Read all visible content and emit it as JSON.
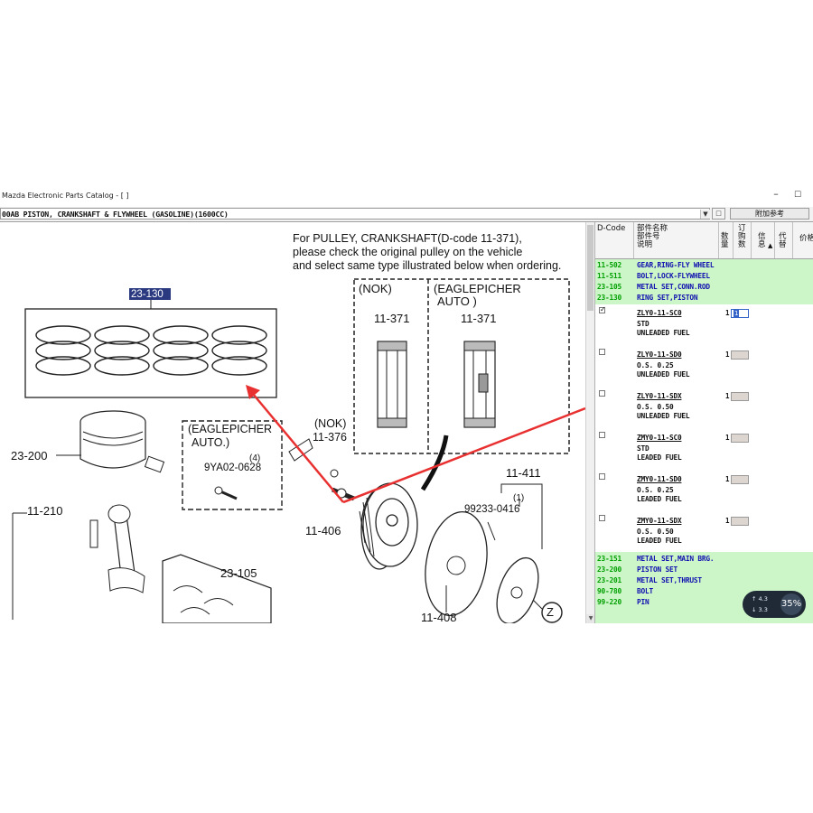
{
  "window": {
    "title": "Mazda Electronic Parts Catalog - [ ]"
  },
  "toolbar": {
    "group_select_value": "00AB  PISTON, CRANKSHAFT & FLYWHEEL (GASOLINE)(1600CC)",
    "ref_button": "附加参考"
  },
  "diagram": {
    "note_line1": "For PULLEY, CRANKSHAFT(D-code 11-371),",
    "note_line2": "please check the original pulley on the vehicle",
    "note_line3": "and select same type illustrated below when ordering.",
    "nok_label": "(NOK)",
    "eaglepicher_label_1": "(EAGLEPICHER",
    "eaglepicher_label_2": "AUTO )",
    "pulley_code_a": "11-371",
    "pulley_code_b": "11-371",
    "ring_set_code": "23-130",
    "piston_code": "23-200",
    "conrod_code": "11-210",
    "bearing_code": "23-105",
    "ea_auto_1": "(EAGLEPICHER",
    "ea_auto_2": "AUTO.)",
    "bolt_qty": "(4)",
    "bolt_part": "9YA02-0628",
    "nok_376": "(NOK)",
    "code_376": "11-376",
    "code_406": "11-406",
    "code_408": "11-408",
    "code_411": "11-411",
    "pin_qty": "(1)",
    "pin_part": "99233-0416",
    "z_label": "Z"
  },
  "panel": {
    "headers": {
      "dcode": "D-Code",
      "name": "部件名称\n部件号\n说明",
      "qty1": "数\n量",
      "order": "订\n购\n数",
      "info": "信\n息",
      "subst": "代\n替",
      "price": "价格"
    },
    "top_rows": [
      {
        "code": "11-502",
        "desc": "GEAR,RING-FLY WHEEL"
      },
      {
        "code": "11-511",
        "desc": "BOLT,LOCK-FLYWHEEL"
      },
      {
        "code": "23-105",
        "desc": "METAL SET,CONN.ROD"
      },
      {
        "code": "23-130",
        "desc": "RING SET,PISTON"
      }
    ],
    "options": [
      {
        "part": "ZLY0-11-SC0",
        "line2": "STD",
        "line3": "UNLEADED FUEL",
        "qty": "1",
        "order": "1",
        "checked": true
      },
      {
        "part": "ZLY0-11-SD0",
        "line2": "O.S. 0.25",
        "line3": "UNLEADED FUEL",
        "qty": "1",
        "order": "",
        "checked": false
      },
      {
        "part": "ZLY0-11-SDX",
        "line2": "O.S. 0.50",
        "line3": "UNLEADED FUEL",
        "qty": "1",
        "order": "",
        "checked": false
      },
      {
        "part": "ZMY0-11-SC0",
        "line2": "STD",
        "line3": "LEADED FUEL",
        "qty": "1",
        "order": "",
        "checked": false
      },
      {
        "part": "ZMY0-11-SD0",
        "line2": "O.S. 0.25",
        "line3": "LEADED FUEL",
        "qty": "1",
        "order": "",
        "checked": false
      },
      {
        "part": "ZMY0-11-SDX",
        "line2": "O.S. 0.50",
        "line3": "LEADED FUEL",
        "qty": "1",
        "order": "",
        "checked": false
      }
    ],
    "bottom_rows": [
      {
        "code": "23-151",
        "desc": "METAL SET,MAIN BRG."
      },
      {
        "code": "23-200",
        "desc": "PISTON SET"
      },
      {
        "code": "23-201",
        "desc": "METAL SET,THRUST"
      },
      {
        "code": "90-780",
        "desc": "BOLT"
      },
      {
        "code": "99-220",
        "desc": "PIN"
      }
    ]
  },
  "badge": {
    "up": "4.3",
    "down": "3.3",
    "percent": "35%"
  },
  "colors": {
    "code_green": "#00a000",
    "desc_blue": "#1010b0",
    "band_green": "#ccf5c8",
    "arrow_red": "#e83030"
  }
}
